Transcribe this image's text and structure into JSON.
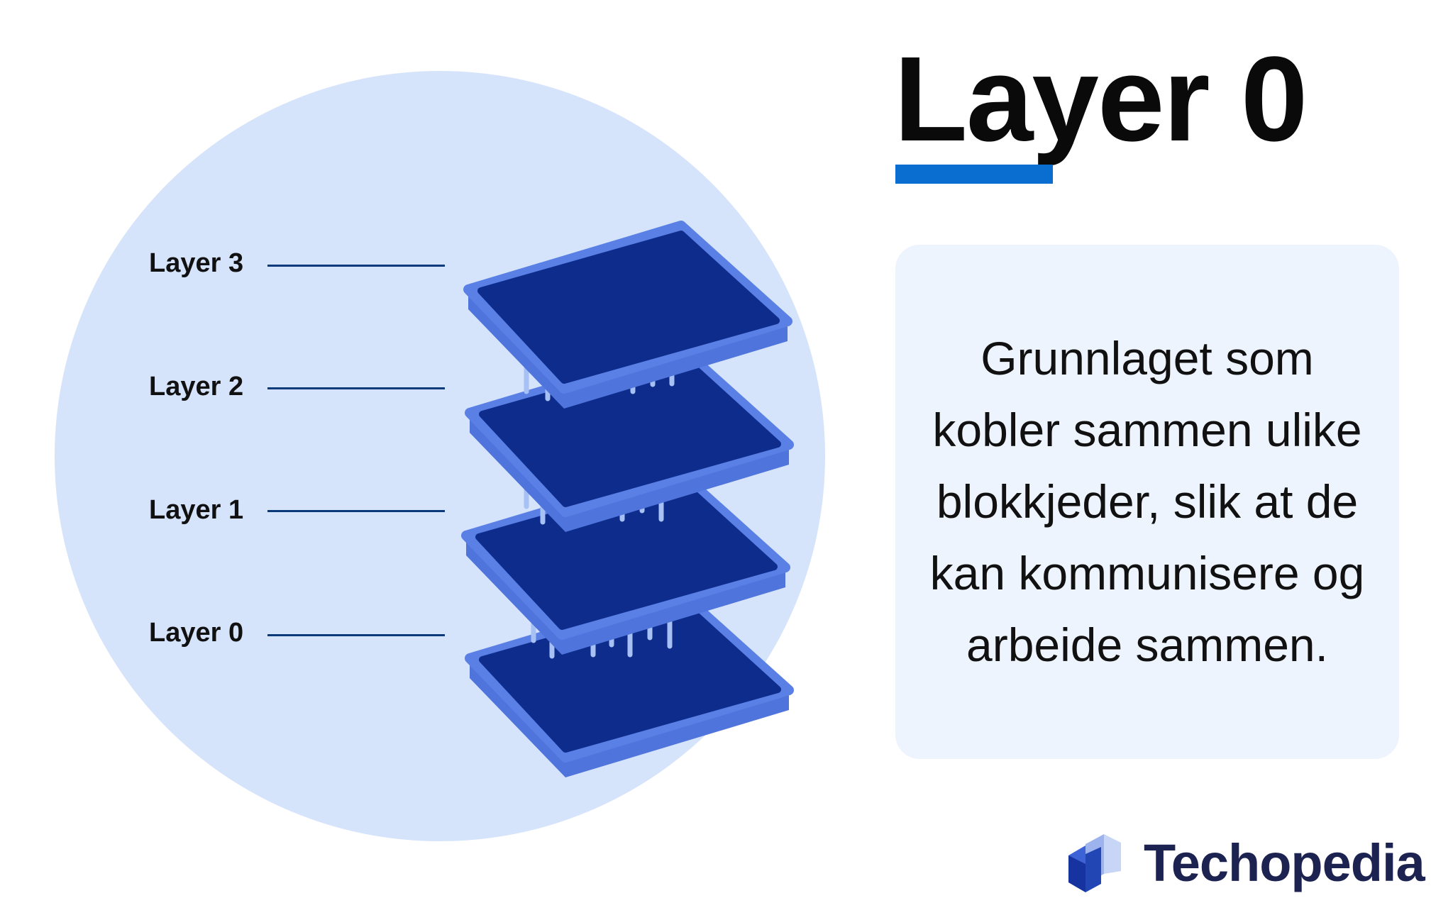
{
  "title": "Layer 0",
  "description": "Grunnlaget som kobler sammen ulike blokkjeder, slik at de kan kommunisere og arbeide sammen.",
  "layers": [
    {
      "label": "Layer 3"
    },
    {
      "label": "Layer 2"
    },
    {
      "label": "Layer 1"
    },
    {
      "label": "Layer 0"
    }
  ],
  "brand": {
    "name": "Techopedia",
    "logo_icon": "techopedia-cubes-icon"
  },
  "colors": {
    "circle": "#d6e4fb",
    "plate_top": "#0d2c8c",
    "plate_side": "#4f74dc",
    "plate_rim": "#5a80e6",
    "connector": "#a7c1f4",
    "accent": "#0a6ed1",
    "card": "#eef4fd"
  }
}
